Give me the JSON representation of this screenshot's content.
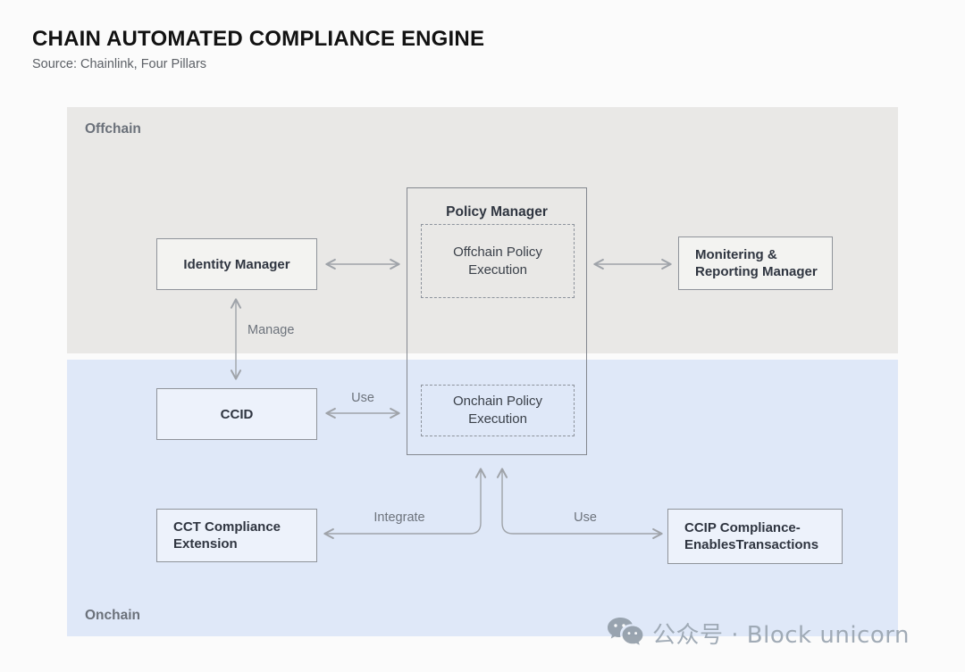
{
  "header": {
    "title": "CHAIN AUTOMATED COMPLIANCE ENGINE",
    "source": "Source: Chainlink, Four Pillars"
  },
  "diagram": {
    "regions": {
      "offchain": {
        "label": "Offchain"
      },
      "onchain": {
        "label": "Onchain"
      }
    },
    "nodes": {
      "identity_manager": {
        "label": "Identity Manager"
      },
      "policy_manager": {
        "label": "Policy Manager"
      },
      "offchain_policy_execution": {
        "label": "Offchain Policy\nExecution"
      },
      "onchain_policy_execution": {
        "label": "Onchain Policy\nExecution"
      },
      "monitoring_reporting_manager": {
        "label": "Monitering &\nReporting Manager"
      },
      "ccid": {
        "label": "CCID"
      },
      "cct_compliance_extension": {
        "label": "CCT Compliance\nExtension"
      },
      "ccip_compliance_enables_transactions": {
        "label": "CCIP Compliance-\nEnablesTransactions"
      }
    },
    "edges": {
      "manage": {
        "label": "Manage"
      },
      "use_ccid": {
        "label": "Use"
      },
      "integrate": {
        "label": "Integrate"
      },
      "use_ccip": {
        "label": "Use"
      }
    }
  },
  "watermark": {
    "icon": "wechat-icon",
    "text": "公众号 · Block unicorn"
  },
  "colors": {
    "offchain_bg": "#e9e8e6",
    "onchain_bg": "#dfe8f8",
    "node_gray_fill": "#f3f3f1",
    "node_blue_fill": "#edf2fb",
    "node_border": "#8f939a",
    "arrow": "#9fa3a9",
    "text_dark": "#2f3540",
    "text_gray": "#6d737c"
  }
}
